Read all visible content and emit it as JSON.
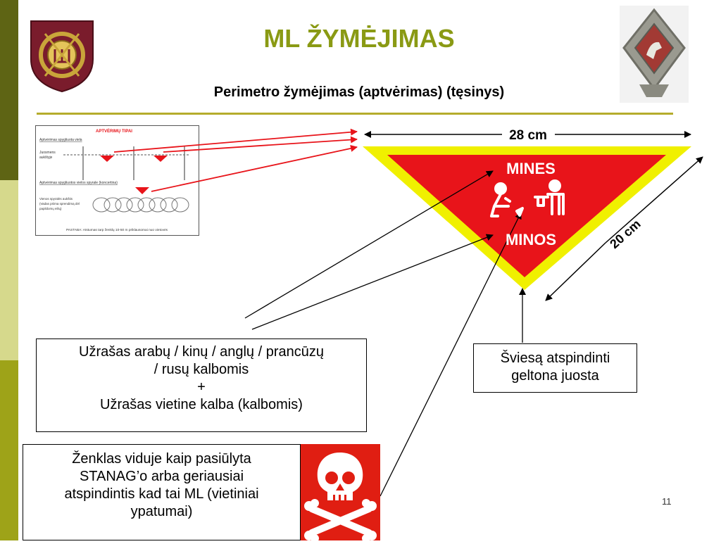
{
  "header": {
    "title": "ML ŽYMĖJIMAS",
    "subtitle": "Perimetro žymėjimas (aptvėrimas) (tęsinys)"
  },
  "colors": {
    "title": "#8a9a14",
    "sign_red": "#e8141a",
    "sign_border": "#f0f000",
    "stripe_dark": "#5e6414",
    "stripe_light": "#d6d98c",
    "stripe_mid": "#9ea318"
  },
  "sign": {
    "width_label": "28 cm",
    "side_label": "20 cm",
    "text_top": "MINES",
    "text_bottom": "MINOS"
  },
  "fence_figure": {
    "title": "APTVĖRIMŲ TIPAI",
    "row1_heading": "Aptvėrimas spygliuota viela",
    "row1_label_line1": "Juosmens",
    "row1_label_line2": "aukštyje",
    "row2_heading": "Aptvėrimas spygliuotos vielos spyrale (koncertina)",
    "row2_label_line1": "Vienos spyralės aukštis",
    "row2_label_line2": "(Vadas priima sprendimą dėl",
    "row2_label_line3": "papildomų eilių)",
    "note": "PASTABA: Atstumas tarp ženklų 10-50 m priklausomai nuo vietovės"
  },
  "callouts": {
    "languages_line1": "Užrašas arabų / kinų / anglų / prancūzų",
    "languages_line2": "/ rusų kalbomis",
    "languages_plus": "+",
    "languages_line3": "Užrašas vietine kalba (kalbomis)",
    "reflective_line1": "Šviesą atspindinti",
    "reflective_line2": "geltona juosta",
    "symbol_line1": "Ženklas viduje kaip pasiūlyta",
    "symbol_line2": "STANAG’o arba geriausiai",
    "symbol_line3": "atspindintis kad tai ML (vietiniai",
    "symbol_line4": "ypatumai)"
  },
  "footer": {
    "page_number": "11"
  },
  "icons": {
    "left_emblem": "military-academy-shield-icon",
    "right_emblem": "vytis-badge-icon",
    "sign_pictogram": "mine-casualty-pictogram-icon",
    "skull": "skull-crossbones-icon"
  }
}
